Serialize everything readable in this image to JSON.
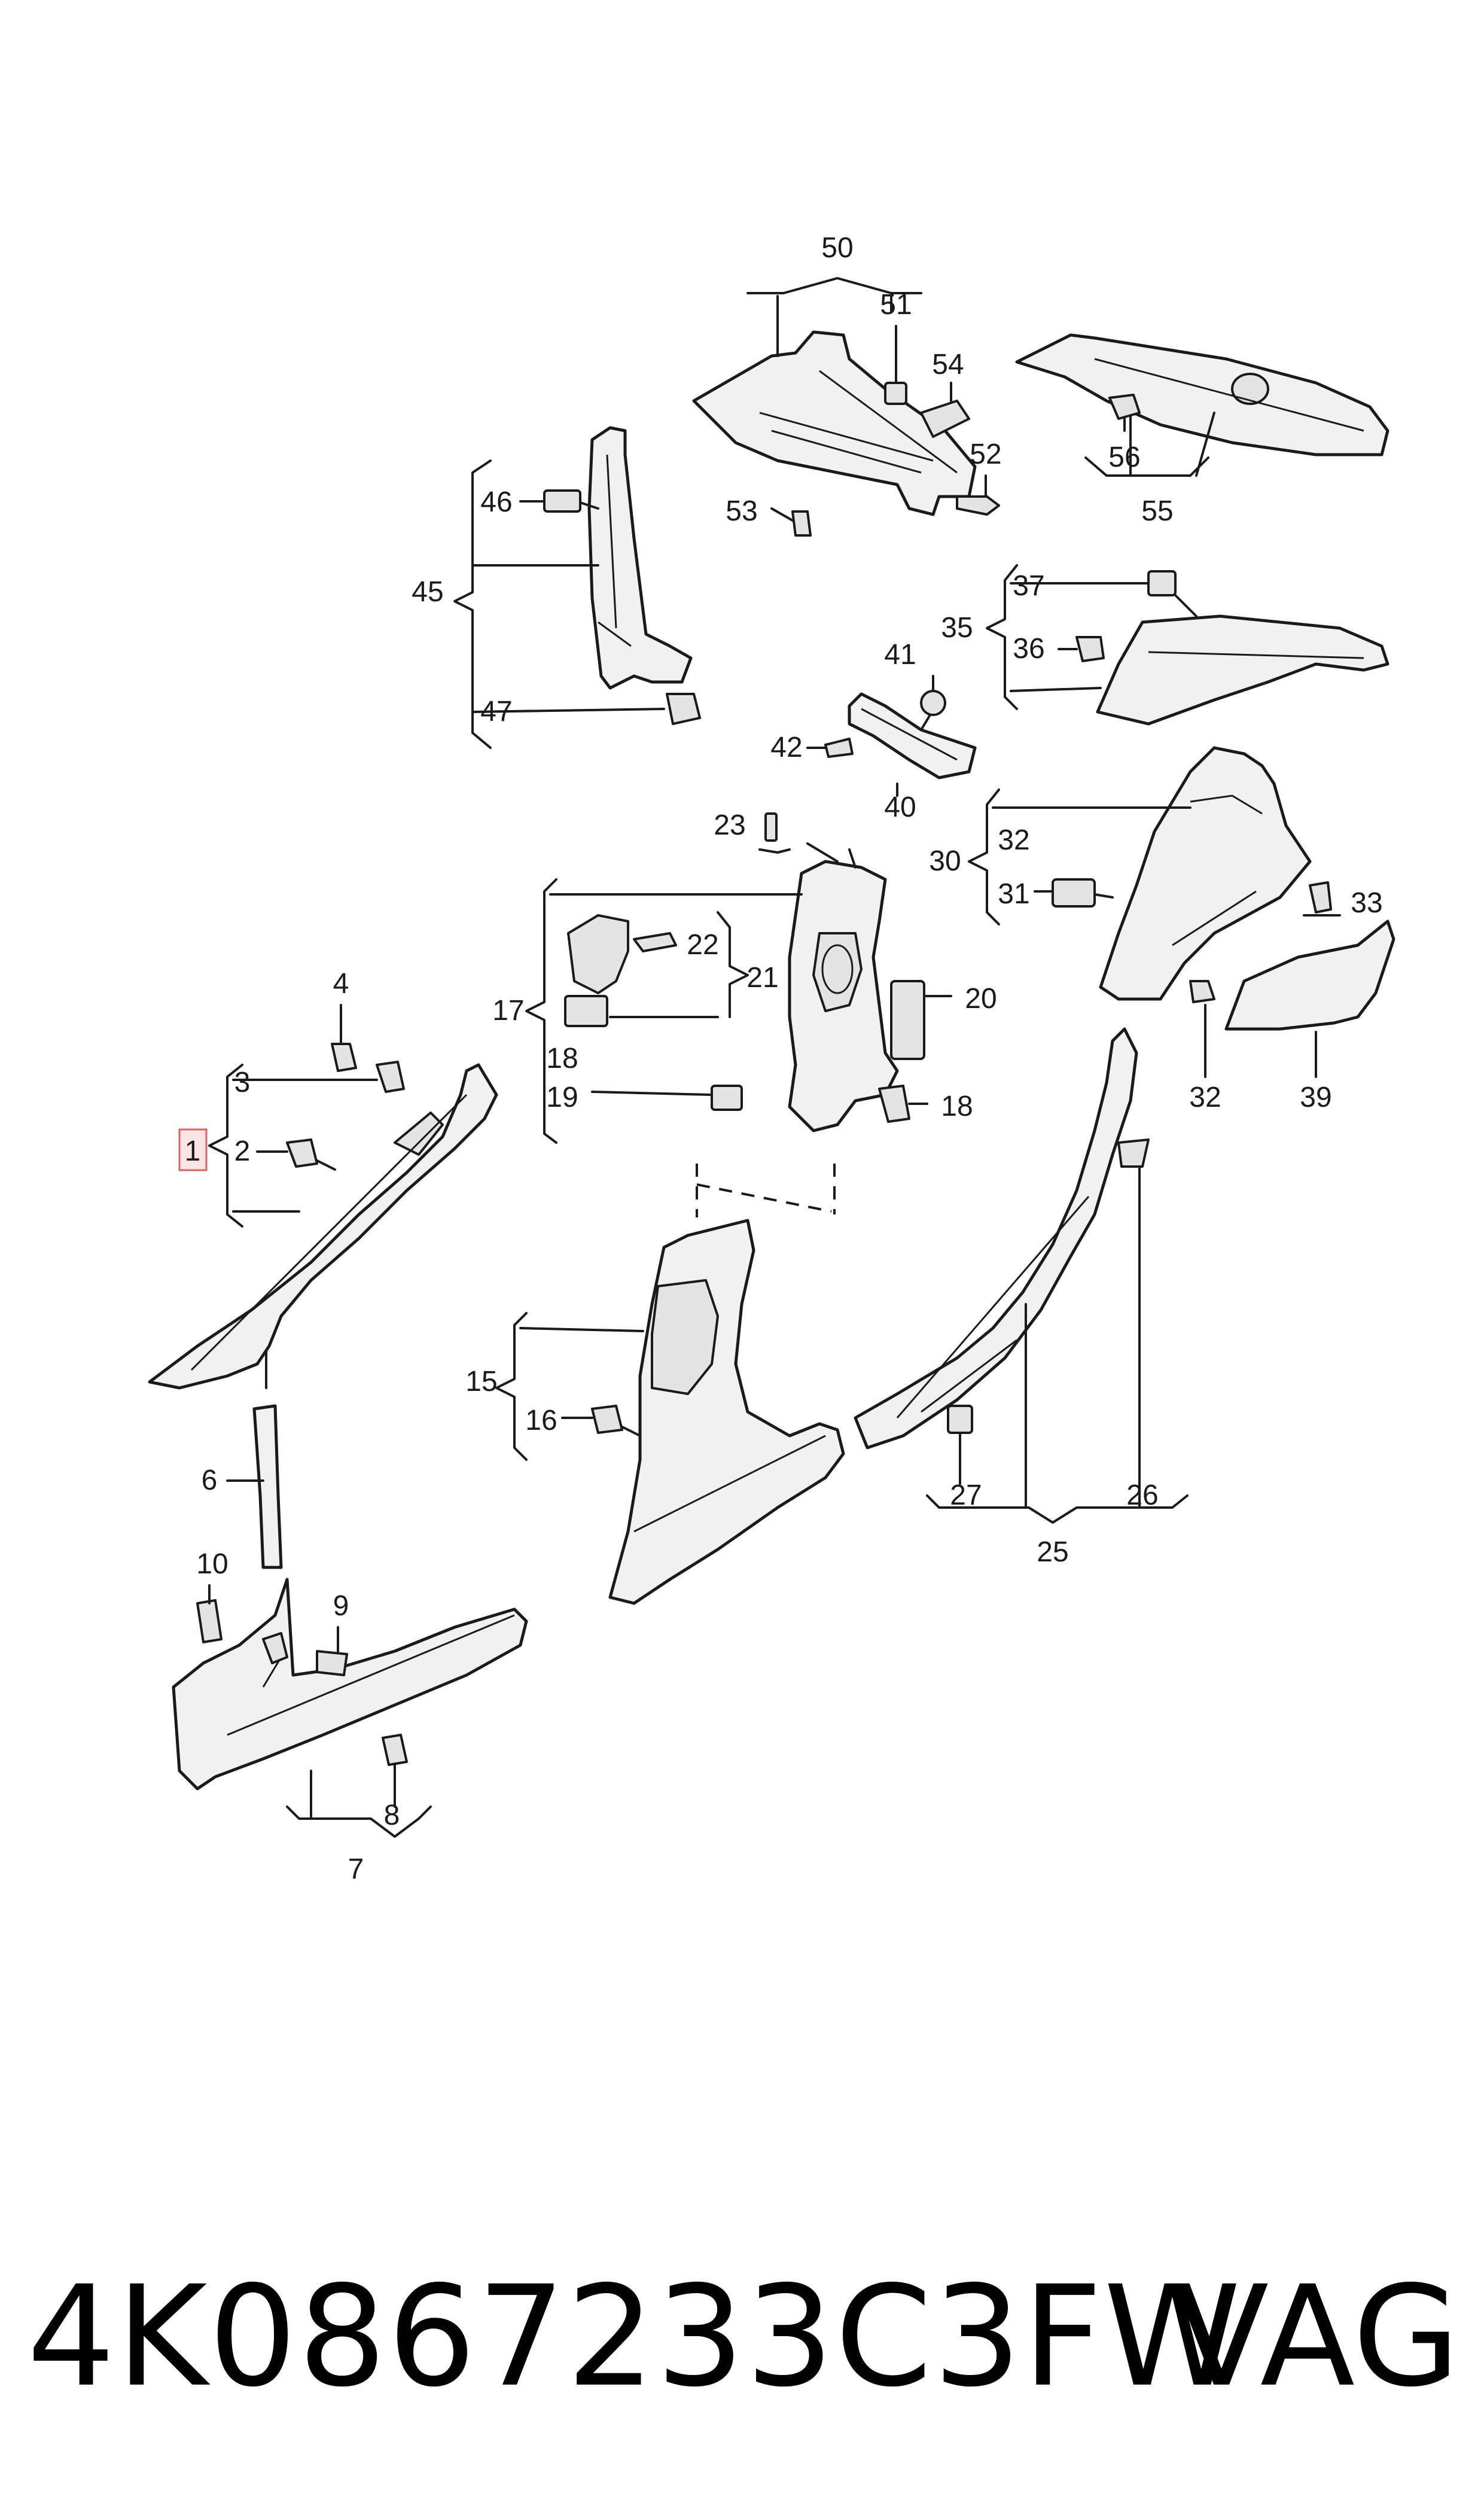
{
  "callouts": {
    "c1": "1",
    "c2": "2",
    "c3": "3",
    "c4": "4",
    "c6": "6",
    "c7": "7",
    "c8": "8",
    "c9": "9",
    "c10": "10",
    "c15": "15",
    "c16": "16",
    "c17": "17",
    "c18a": "18",
    "c18b": "18",
    "c19": "19",
    "c20": "20",
    "c21": "21",
    "c22": "22",
    "c23": "23",
    "c25": "25",
    "c26": "26",
    "c27": "27",
    "c30": "30",
    "c31": "31",
    "c32a": "32",
    "c32b": "32",
    "c33": "33",
    "c35": "35",
    "c36": "36",
    "c37": "37",
    "c39": "39",
    "c40": "40",
    "c41": "41",
    "c42": "42",
    "c45": "45",
    "c46": "46",
    "c47": "47",
    "c50": "50",
    "c51": "51",
    "c52": "52",
    "c53": "53",
    "c54": "54",
    "c55": "55",
    "c56": "56"
  },
  "footer": {
    "part_number": "4K0867233C3FW",
    "brand": "VAG"
  },
  "colors": {
    "line": "#1a1a1a",
    "part_fill": "#f1f1f1",
    "highlight_fill": "#fde4e4",
    "highlight_stroke": "#e06060"
  }
}
